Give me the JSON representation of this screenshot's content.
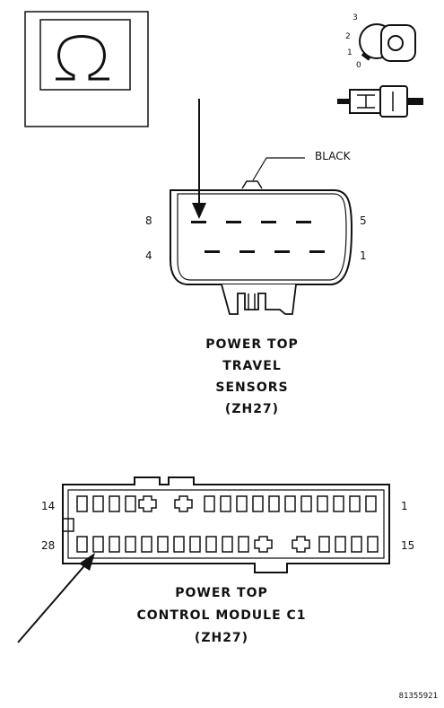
{
  "connector_a": {
    "wire_color_label": "BLACK",
    "pin_labels": {
      "top_left": "8",
      "top_right": "5",
      "bottom_left": "4",
      "bottom_right": "1"
    },
    "title_lines": [
      "POWER TOP",
      "TRAVEL",
      "SENSORS",
      "(ZH27)"
    ]
  },
  "connector_b": {
    "pin_labels": {
      "top_left": "14",
      "top_right": "1",
      "bottom_left": "28",
      "bottom_right": "15"
    },
    "title_lines": [
      "POWER TOP",
      "CONTROL MODULE C1",
      "(ZH27)"
    ]
  },
  "ignition_positions": [
    "3",
    "2",
    "1",
    "0"
  ],
  "figure_id": "81355921",
  "icons": [
    "ohm-symbol-icon",
    "ignition-key-icon",
    "fuse-icon"
  ]
}
